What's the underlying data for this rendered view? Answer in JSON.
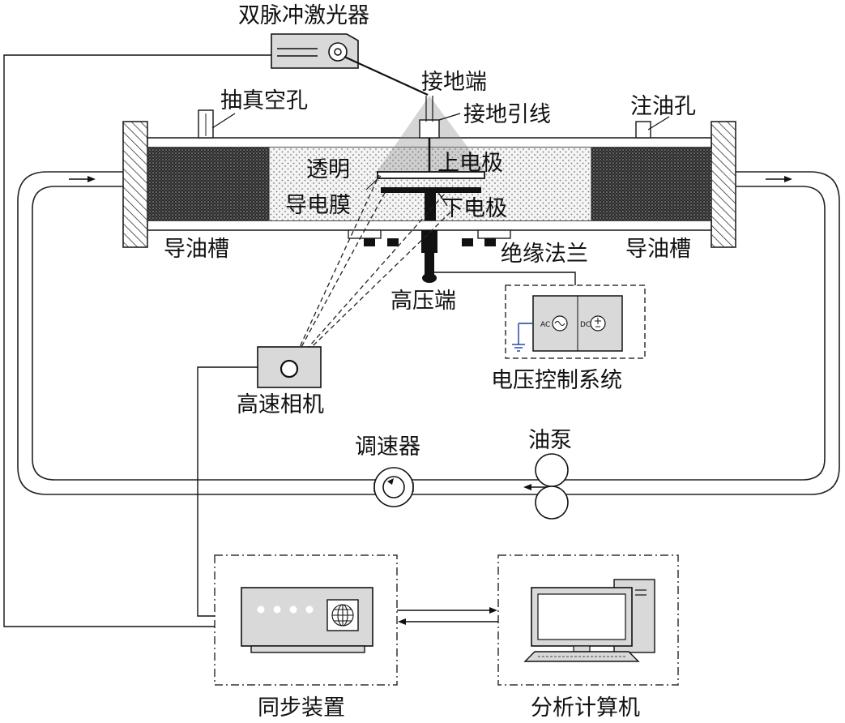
{
  "labels": {
    "laser": "双脉冲激光器",
    "ground_terminal": "接地端",
    "vacuum_hole": "抽真空孔",
    "ground_lead": "接地引线",
    "oil_inlet": "注油孔",
    "transparent_1": "透明",
    "transparent_2": "导电膜",
    "upper_electrode": "上电极",
    "lower_electrode": "下电极",
    "oil_channel_left": "导油槽",
    "oil_channel_right": "导油槽",
    "insulating_flange": "绝缘法兰",
    "high_voltage_terminal": "高压端",
    "voltage_control": "电压控制系统",
    "high_speed_camera": "高速相机",
    "speed_regulator": "调速器",
    "oil_pump": "油泵",
    "sync_device": "同步装置",
    "analysis_computer": "分析计算机"
  },
  "source_labels": {
    "ac": "AC",
    "dc": "DC"
  }
}
